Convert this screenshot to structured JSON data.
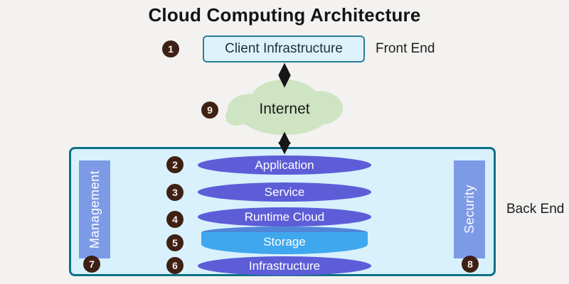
{
  "title": "Cloud Computing Architecture",
  "front_end": {
    "badge": "1",
    "box_label": "Client Infrastructure",
    "side_label": "Front End"
  },
  "internet": {
    "badge": "9",
    "label": "Internet"
  },
  "back_end": {
    "side_label": "Back End",
    "management": {
      "badge": "7",
      "label": "Management"
    },
    "security": {
      "badge": "8",
      "label": "Security"
    },
    "layers": [
      {
        "badge": "2",
        "label": "Application",
        "shape": "ellipse"
      },
      {
        "badge": "3",
        "label": "Service",
        "shape": "ellipse"
      },
      {
        "badge": "4",
        "label": "Runtime Cloud",
        "shape": "ellipse"
      },
      {
        "badge": "5",
        "label": "Storage",
        "shape": "cylinder"
      },
      {
        "badge": "6",
        "label": "Infrastructure",
        "shape": "ellipse"
      }
    ]
  },
  "colors": {
    "background": "#f3f2f0",
    "badge": "#3e2014",
    "client_box_fill": "#dcf3fc",
    "client_box_border": "#2a7e98",
    "cloud": "#cfe4c2",
    "backend_fill": "#d8f1fc",
    "backend_border": "#0e7186",
    "bar_fill": "#7d9ae7",
    "ellipse_fill": "#5d5dd8",
    "cylinder_top": "#5085d8",
    "cylinder_body": "#3fa7ee",
    "arrow": "#161616"
  }
}
